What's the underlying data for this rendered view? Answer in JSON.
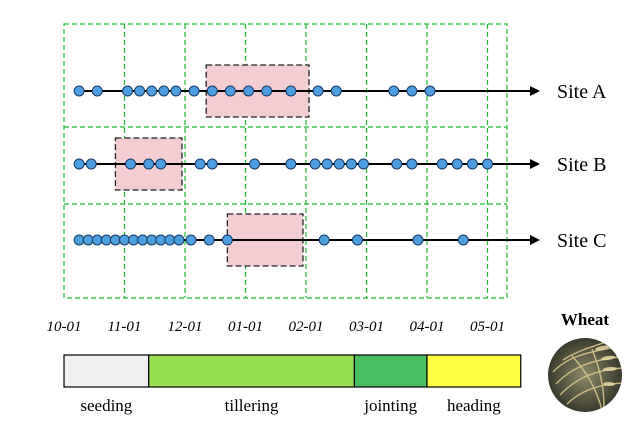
{
  "chart_data": {
    "type": "timeline-diagram",
    "x_ticks": [
      "10-01",
      "11-01",
      "12-01",
      "01-01",
      "02-01",
      "03-01",
      "04-01",
      "05-01"
    ],
    "sites": [
      {
        "name": "Site A",
        "observations": [
          10.25,
          10.55,
          11.05,
          11.25,
          11.45,
          11.65,
          11.85,
          12.15,
          12.45,
          12.75,
          1.05,
          1.35,
          1.75,
          2.2,
          2.5,
          3.45,
          3.75,
          4.05
        ],
        "highlight": [
          12.35,
          2.05
        ]
      },
      {
        "name": "Site B",
        "observations": [
          10.25,
          10.45,
          11.1,
          11.4,
          11.6,
          12.25,
          12.45,
          1.15,
          1.75,
          2.15,
          2.35,
          2.55,
          2.75,
          2.95,
          3.5,
          3.75,
          4.25,
          4.5,
          4.75,
          5.0
        ],
        "highlight": [
          10.85,
          11.95
        ]
      },
      {
        "name": "Site C",
        "observations": [
          10.25,
          10.4,
          10.55,
          10.7,
          10.85,
          11.0,
          11.15,
          11.3,
          11.45,
          11.6,
          11.75,
          11.9,
          12.1,
          12.4,
          12.7,
          2.3,
          2.85,
          3.85,
          4.6
        ],
        "highlight": [
          12.7,
          1.95
        ]
      }
    ],
    "stages": [
      {
        "name": "seeding",
        "start": 10.0,
        "end": 11.4,
        "color": "#f0f0f0"
      },
      {
        "name": "tillering",
        "start": 11.4,
        "end": 2.8,
        "color": "#99e050"
      },
      {
        "name": "jointing",
        "start": 2.8,
        "end": 4.0,
        "color": "#48c060"
      },
      {
        "name": "heading",
        "start": 4.0,
        "end": 5.55,
        "color": "#ffff40"
      }
    ],
    "colors": {
      "grid": "#22bb33",
      "point": "#4d9de0",
      "highlight_fill": "#f4cdd3",
      "axis": "#000000"
    },
    "crop": {
      "label": "Wheat"
    }
  }
}
